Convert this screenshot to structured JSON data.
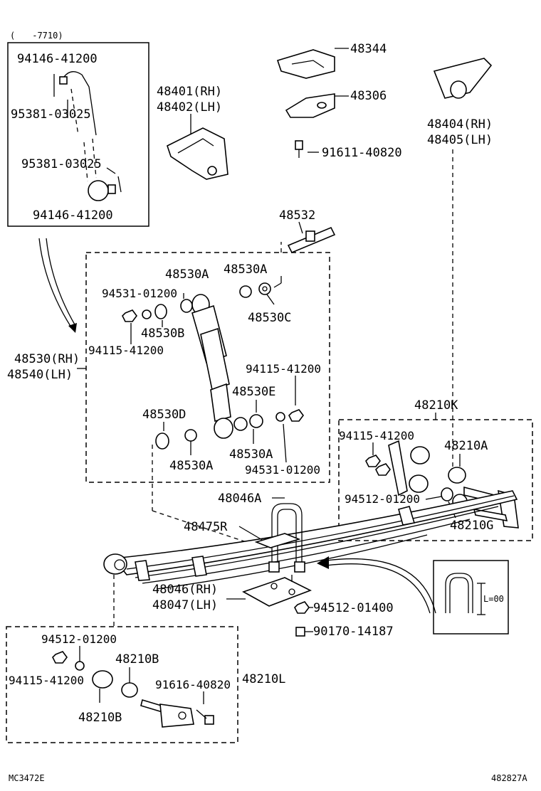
{
  "diagram": {
    "inset_note": "(　　-7710)",
    "inset_labels": {
      "nut_top": "94146-41200",
      "pin_top": "95381-03025",
      "pin_bottom": "95381-03025",
      "nut_bottom": "94146-41200"
    },
    "labels": {
      "p48344": "48344",
      "p48306": "48306",
      "p48401": "48401(RH)",
      "p48402": "48402(LH)",
      "p91611": "91611-40820",
      "p48404": "48404(RH)",
      "p48405": "48405(LH)",
      "p48532": "48532",
      "p48530A_1": "48530A",
      "p48530A_2": "48530A",
      "p94531_1": "94531-01200",
      "p48530C": "48530C",
      "p48530B": "48530B",
      "p94115_1": "94115-41200",
      "p48530": "48530(RH)",
      "p48540": "48540(LH)",
      "p94115_2": "94115-41200",
      "p48530E": "48530E",
      "p48530D": "48530D",
      "p48530A_3": "48530A",
      "p48530A_4": "48530A",
      "p94531_2": "94531-01200",
      "p48210K": "48210K",
      "p94115_3": "94115-41200",
      "p48210A": "48210A",
      "p94512_1": "94512-01200",
      "p48210G": "48210G",
      "p48046A": "48046A",
      "p48475R": "48475R",
      "p48046": "48046(RH)",
      "p48047": "48047(LH)",
      "p94512_2": "94512-01400",
      "p90170": "90170-14187",
      "p94512_3": "94512-01200",
      "p48210B_1": "48210B",
      "p94115_4": "94115-41200",
      "p91616": "91616-40820",
      "p48210L": "48210L",
      "p48210B_2": "48210B",
      "ubolt_dim": "L=00"
    },
    "footer": {
      "left_code": "MC3472E",
      "right_code": "482827A"
    }
  }
}
